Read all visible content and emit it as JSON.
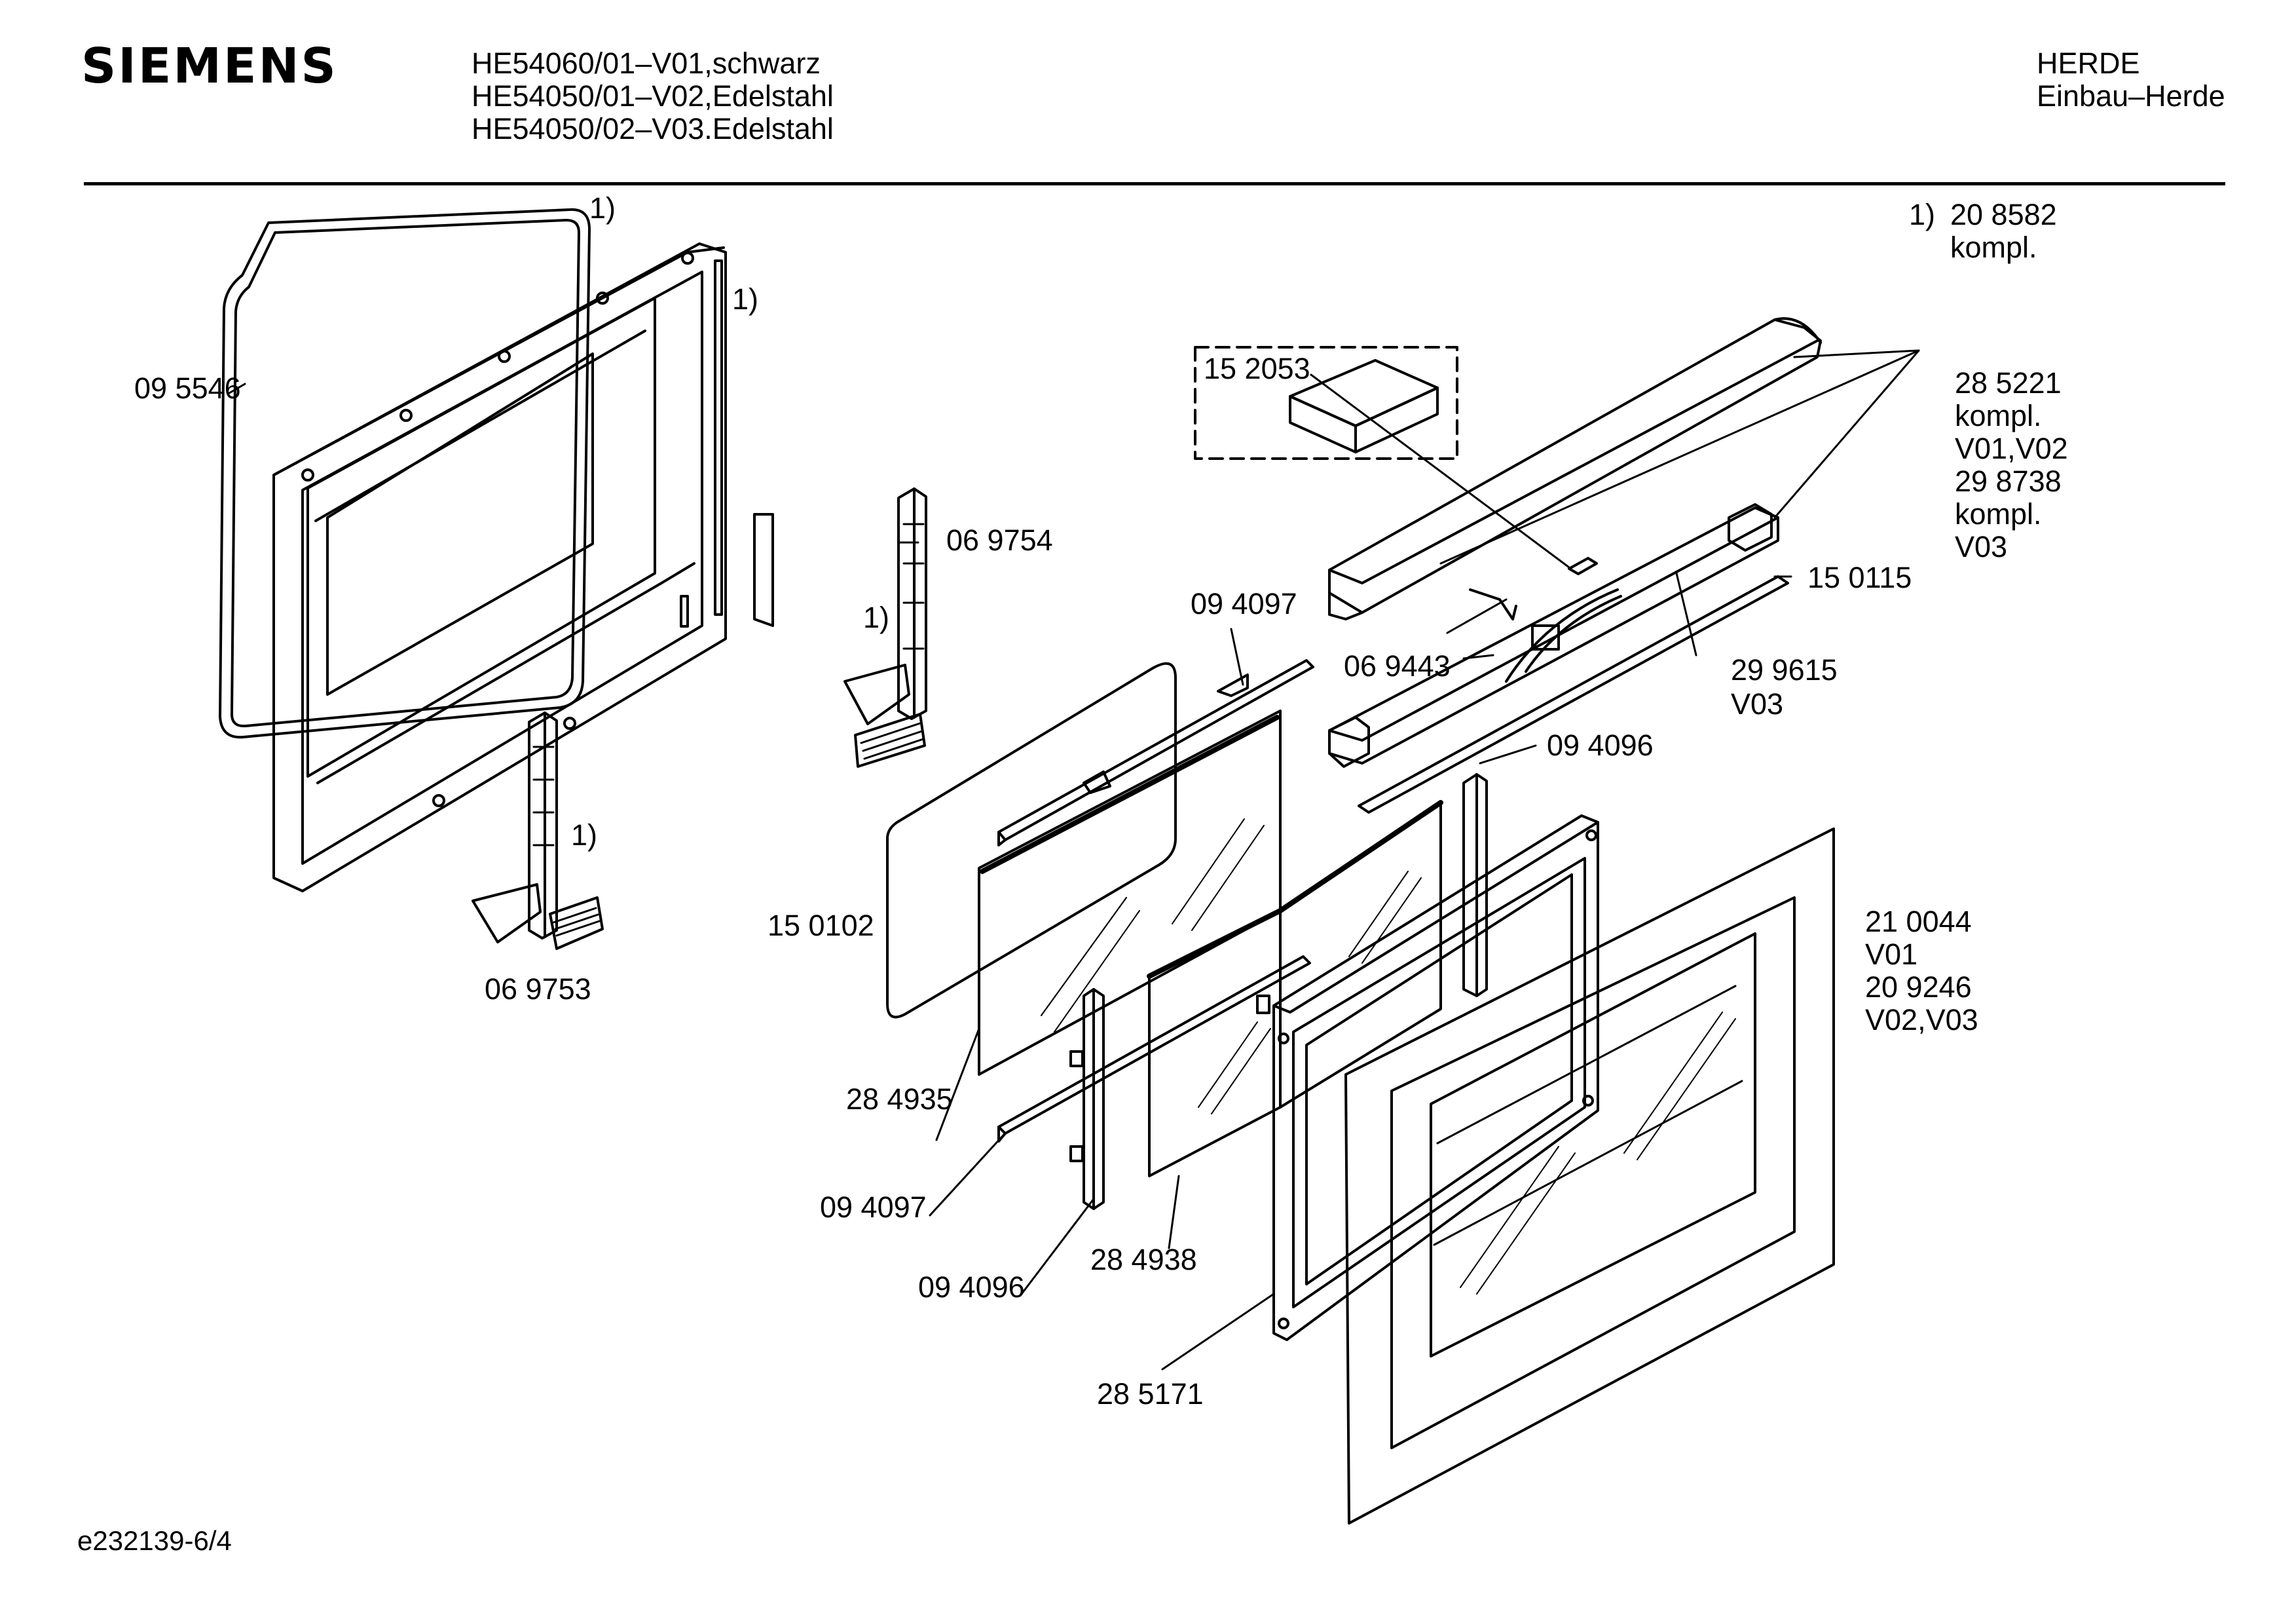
{
  "brand": "SIEMENS",
  "header": {
    "models": [
      "HE54060/01–V01,schwarz",
      "HE54050/01–V02,Edelstahl",
      "HE54050/02–V03.Edelstahl"
    ],
    "category": "HERDE",
    "subcategory": "Einbau–Herde"
  },
  "footnote": {
    "marker": "1)",
    "lines": [
      "20 8582",
      "kompl."
    ]
  },
  "callouts": {
    "gasket": "09 5546",
    "footmark_gasket": "1)",
    "footmark_inner_frame": "1)",
    "hinge_left": "06 9753",
    "footmark_hinge_left": "1)",
    "hinge_right": "06 9754",
    "footmark_hinge_right": "1)",
    "pad": "15 2053",
    "rail_top": "09 4097",
    "rail_bottom": "09 4097",
    "switch": "06 9443",
    "handle_set": [
      "28 5221",
      "kompl.",
      "V01,V02",
      "29 8738",
      "kompl.",
      "V03"
    ],
    "strip": "15 0115",
    "trim": [
      "29 9615",
      "V03"
    ],
    "side_strip_right": "09 4096",
    "side_strip_left": "09 4096",
    "glass_outer_insul": "15 0102",
    "glass_mid": "28 4935",
    "glass_inner": "28 4938",
    "inner_frame": "28 5171",
    "outer_door": [
      "21 0044",
      "V01",
      "20 9246",
      "V02,V03"
    ]
  },
  "footer": "e232139-6/4"
}
